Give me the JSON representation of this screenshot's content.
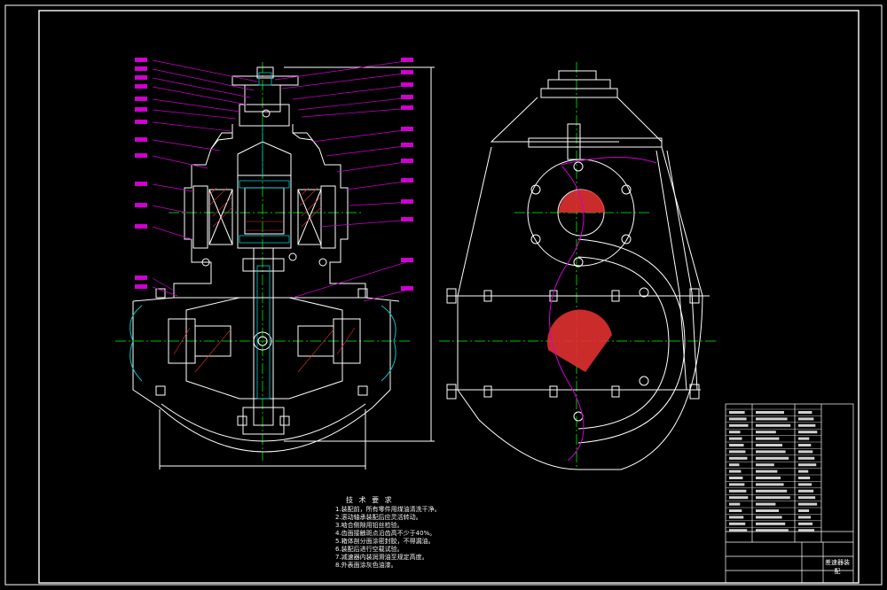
{
  "drawing": {
    "technical_notes": {
      "heading": "技 术 要 求",
      "lines": [
        "1.装配前，所有零件用煤油清洗干净。",
        "2.滚动轴承装配后应灵活转动。",
        "3.啮合侧隙用铅丝检验。",
        "4.齿面接触斑点沿齿高不少于40%。",
        "5.箱体剖分面涂密封胶，不得漏油。",
        "6.装配后进行空载试验。",
        "7.减速器内装润滑油至规定高度。",
        "8.外表面涂灰色油漆。"
      ]
    },
    "title_block": {
      "drawing_name": "差速器装配"
    }
  }
}
